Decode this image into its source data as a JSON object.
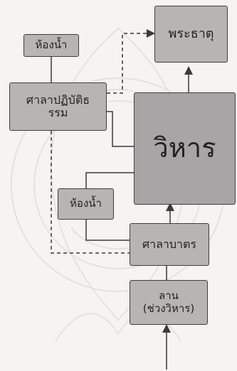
{
  "diagram": {
    "nodes": {
      "restroom_top": {
        "label": "ห้องน้ำ"
      },
      "practice_hall": {
        "label": "ศาลาปฏิบัติธ\nรรม"
      },
      "chedi": {
        "label": "พระธาตุ"
      },
      "vihara": {
        "label": "วิหาร"
      },
      "restroom_mid": {
        "label": "ห้องน้ำ"
      },
      "alms_hall": {
        "label": "ศาลาบาตร"
      },
      "courtyard": {
        "label": "ลาน\n(ช่วงวิหาร)"
      }
    },
    "edges": [
      {
        "from": "restroom_top",
        "to": "practice_hall",
        "style": "solid"
      },
      {
        "from": "practice_hall",
        "to": "chedi",
        "style": "dashed",
        "arrow": true
      },
      {
        "from": "practice_hall",
        "to": "vihara",
        "style": "solid"
      },
      {
        "from": "vihara",
        "to": "chedi",
        "style": "solid",
        "arrow": true
      },
      {
        "from": "practice_hall",
        "to": "alms_hall",
        "style": "dashed"
      },
      {
        "from": "restroom_mid",
        "to": "vihara",
        "style": "solid"
      },
      {
        "from": "restroom_mid",
        "to": "alms_hall",
        "style": "solid"
      },
      {
        "from": "alms_hall",
        "to": "vihara",
        "style": "solid",
        "arrow": true
      },
      {
        "from": "alms_hall",
        "to": "courtyard",
        "style": "solid"
      },
      {
        "to": "courtyard",
        "style": "solid",
        "arrow": true,
        "note": "entry"
      }
    ],
    "colors": {
      "node_fill": "#b7b4b4",
      "node_fill_large": "#a7a5a5",
      "line": "#3a3a3a",
      "background": "#f6f4f1",
      "watermark": "#e7e1db"
    }
  }
}
